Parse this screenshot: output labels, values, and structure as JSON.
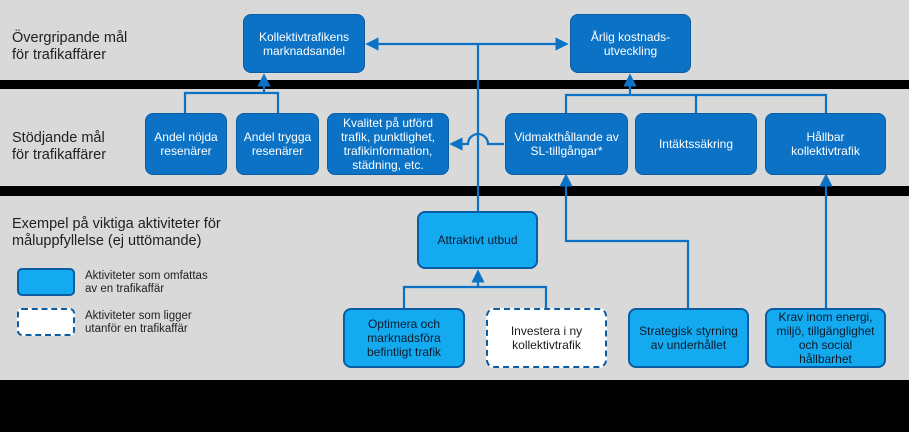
{
  "rows": {
    "row1": "Övergripande mål\nför trafikaffärer",
    "row2": "Stödjande mål\nför trafikaffärer",
    "row3": "Exempel på viktiga aktiviteter för\nmåluppfyllelse (ej uttömande)"
  },
  "goals": {
    "market_share": "Kollektivtrafikens\nmarknadsandel",
    "annual_cost": "Årlig kostnads-\nutveckling"
  },
  "support": {
    "satisfied": "Andel nöjda\nresenärer",
    "safe": "Andel trygga\nresenärer",
    "quality": "Kvalitet på utförd\ntrafik, punktlighet,\ntrafikinformation,\nstädning, etc.",
    "maintenance": "Vidmakthållande av\nSL-tillgångar*",
    "revenue": "Intäktssäkring",
    "sustainable": "Hållbar\nkollektivtrafik"
  },
  "activities": {
    "attractive": "Attraktivt utbud",
    "optimize": "Optimera och\nmarknadsföra\nbefintligt trafik",
    "invest": "Investera i ny\nkollektivtrafik",
    "strategic": "Strategisk styrning\nav underhållet",
    "requirements": "Krav inom energi,\nmiljö, tillgänglighet\noch social hållbarhet"
  },
  "legend": {
    "inside": "Aktiviteter som omfattas\nav en trafikaffär",
    "outside": "Aktiviteter som ligger\nutanför en trafikaffär"
  },
  "colors": {
    "dark_box": "#0b72c6",
    "light_box": "#14aaf0",
    "border": "#0a5da3",
    "band": "#d9d9d9"
  }
}
